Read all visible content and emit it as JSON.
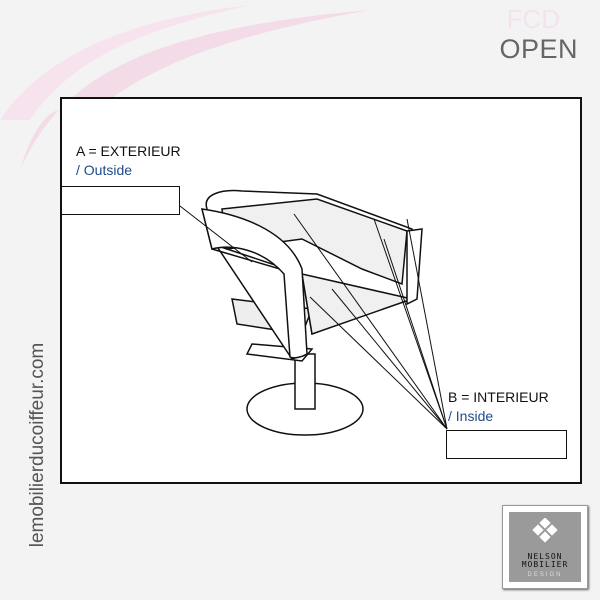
{
  "brand_mark": "FCD",
  "model": "OPEN",
  "side_url": "lemobilierducoiffeur.com",
  "label_a": {
    "code": "A = EXTERIEUR",
    "translation": "/ Outside"
  },
  "label_b": {
    "code": "B = INTERIEUR",
    "translation": "/ Inside"
  },
  "logo": {
    "line1": "NELSON",
    "line2": "MOBILIER",
    "line3": "DESIGN"
  },
  "colors": {
    "swoosh": "#f2d8e6",
    "text_blue": "#1f4b8a"
  }
}
